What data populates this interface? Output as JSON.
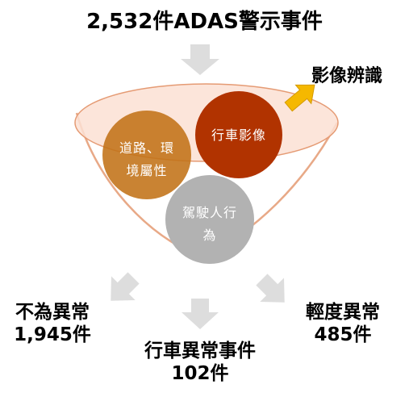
{
  "header": {
    "title": "2,532件ADAS警示事件"
  },
  "callout": {
    "label": "影像辨識"
  },
  "funnel": {
    "circles": [
      {
        "label_line1": "行車影像",
        "label_line2": ""
      },
      {
        "label_line1": "道路、環",
        "label_line2": "境屬性"
      },
      {
        "label_line1": "駕駛人行",
        "label_line2": "為"
      }
    ]
  },
  "outputs": {
    "left": {
      "label": "不為異常",
      "count": "1,945件"
    },
    "center": {
      "label": "行車異常事件",
      "count": "102件"
    },
    "right": {
      "label": "輕度異常",
      "count": "485件"
    }
  },
  "colors": {
    "arrow_gray": "#dddddd",
    "callout_arrow": "#f5b800",
    "ellipse_fill": "#fbe0d3",
    "ellipse_stroke": "#e59b74",
    "funnel_stroke": "#e8a987",
    "circle_vehicle": "#b13300",
    "circle_road": "#c27217",
    "circle_driver": "#b2b2b2"
  }
}
